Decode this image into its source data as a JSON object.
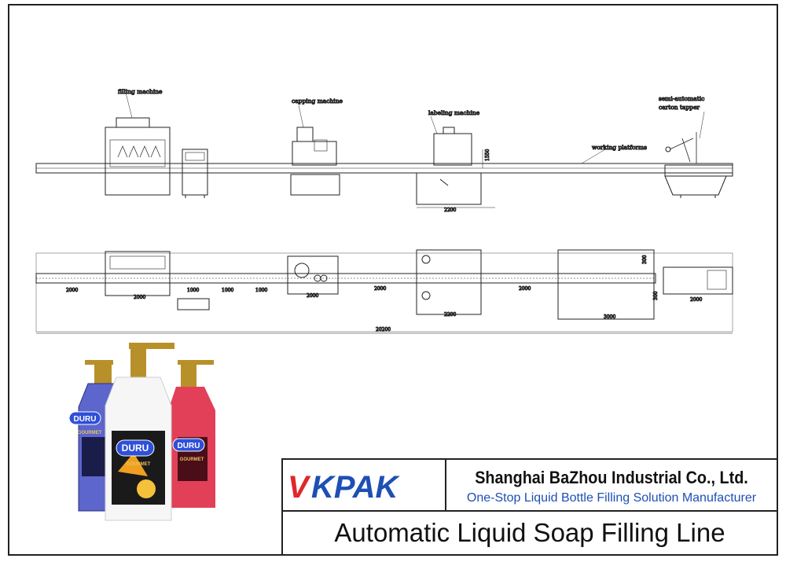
{
  "drawing": {
    "labels": {
      "filling_machine": "filling machine",
      "capping_machine": "capping machine",
      "labeling_machine": "labeling machine",
      "carton_tapper_line1": "semi-automatic",
      "carton_tapper_line2": "carton tapper",
      "working_platforms": "working platforms"
    },
    "side_dims": {
      "labeler_width": "2200",
      "labeler_height": "1550"
    },
    "plan_dims": {
      "seg1": "2000",
      "filler": "2000",
      "gap1": "1000",
      "gap2": "1000",
      "gap3": "1000",
      "capper": "2000",
      "seg2": "2000",
      "labeler": "2200",
      "seg3": "2000",
      "tapper_table": "3000",
      "tapper_top": "300",
      "tapper_bottom": "300",
      "tail": "2000",
      "total": "20200"
    }
  },
  "product": {
    "brand": "DURU",
    "sub_brand": "GOURMET",
    "bottle_colors": [
      "#4a55c8",
      "#f2f2f2",
      "#e0304a"
    ],
    "cap_color": "#b8902a"
  },
  "title_block": {
    "logo_text": "VKPAK",
    "logo_colors": {
      "v": "#e0262b",
      "kpak": "#1e4fb4"
    },
    "company_name": "Shanghai BaZhou Industrial Co., Ltd.",
    "tagline": "One-Stop Liquid Bottle Filling Solution Manufacturer",
    "line_title": "Automatic Liquid Soap Filling Line"
  }
}
